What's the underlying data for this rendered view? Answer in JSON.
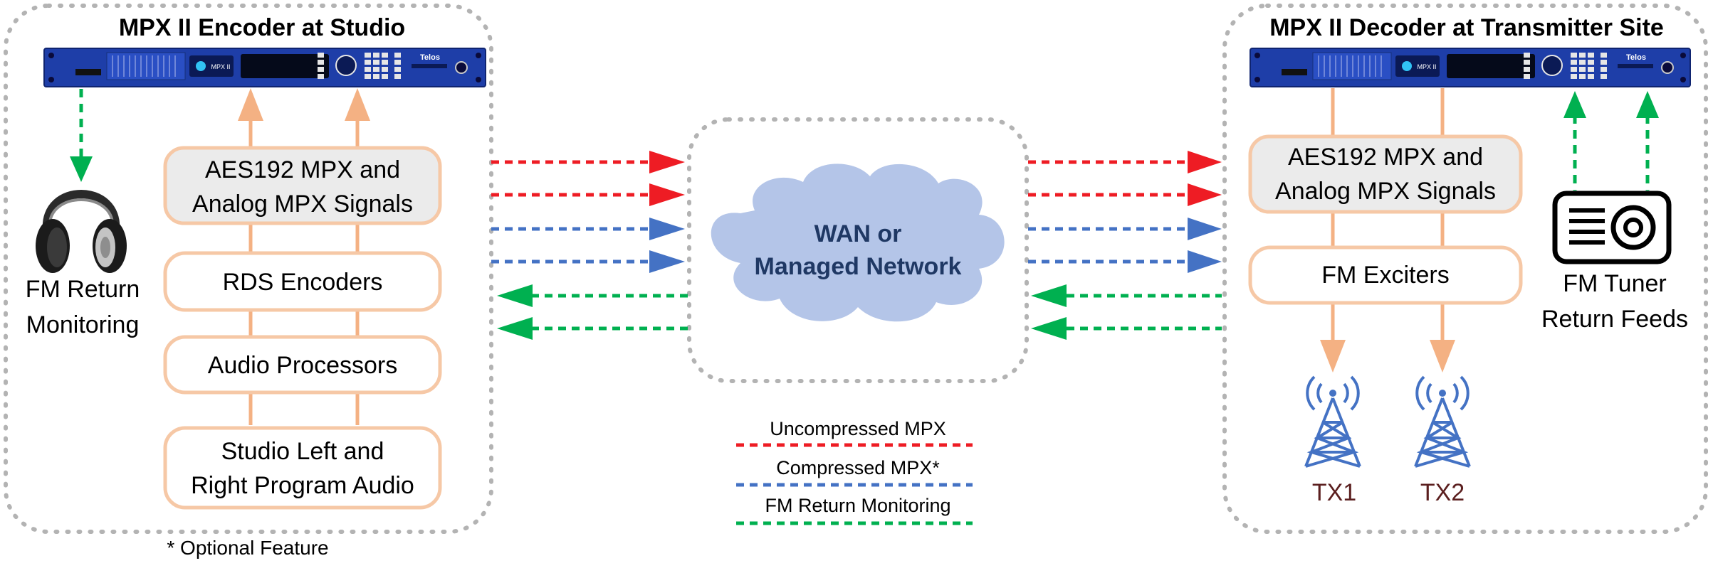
{
  "studio": {
    "title": "MPX II Encoder at Studio",
    "device_brand": "Telos",
    "device_model": "MPX II",
    "headphones_label_1": "FM Return",
    "headphones_label_2": "Monitoring",
    "stack": [
      {
        "line1": "AES192 MPX and",
        "line2": "Analog MPX Signals",
        "shaded": true
      },
      {
        "line1": "RDS Encoders",
        "line2": "",
        "shaded": false
      },
      {
        "line1": "Audio Processors",
        "line2": "",
        "shaded": false
      },
      {
        "line1": "Studio Left and",
        "line2": "Right Program Audio",
        "shaded": false
      }
    ],
    "footnote": "* Optional Feature"
  },
  "network": {
    "line1": "WAN or",
    "line2": "Managed Network"
  },
  "transmitter": {
    "title": "MPX II Decoder at Transmitter Site",
    "device_brand": "Telos",
    "device_model": "MPX II",
    "stack": [
      {
        "line1": "AES192 MPX and",
        "line2": "Analog MPX Signals",
        "shaded": true
      },
      {
        "line1": "FM Exciters",
        "line2": "",
        "shaded": false
      }
    ],
    "tuner_label_1": "FM Tuner",
    "tuner_label_2": "Return Feeds",
    "towers": [
      "TX1",
      "TX2"
    ]
  },
  "legend": [
    {
      "label": "Uncompressed MPX",
      "color": "#ee1c24"
    },
    {
      "label": "Compressed MPX*",
      "color": "#4472c4"
    },
    {
      "label": "FM Return Monitoring",
      "color": "#00b050"
    }
  ],
  "colors": {
    "group_border": "#b3b3b3",
    "box_border": "#f6c8a6",
    "box_shaded_fill": "#ebebeb",
    "flow_arrow": "#f4b183",
    "cloud_fill": "#b4c5e8",
    "cloud_text": "#1f3864",
    "device_blue": "#1e3ea8",
    "tower_blue": "#4472c4",
    "tower_label": "#5b1f1f"
  }
}
